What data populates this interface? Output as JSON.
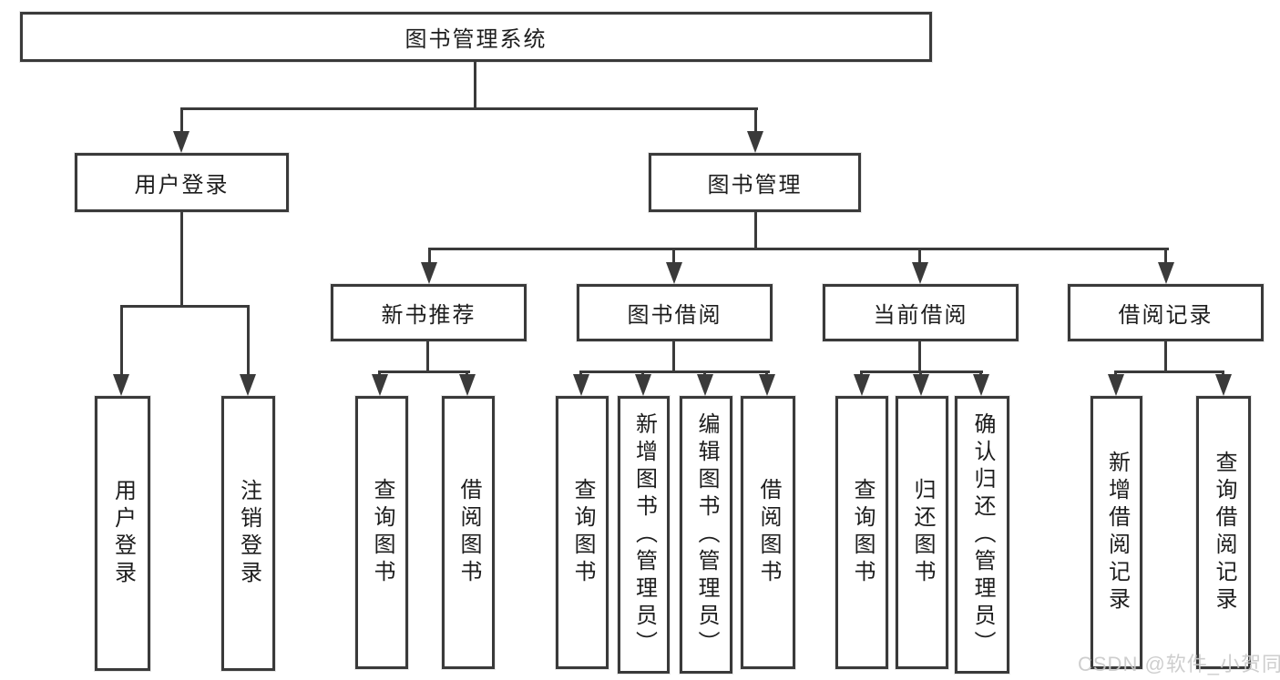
{
  "nodes": {
    "root": "图书管理系统",
    "level2": {
      "user": "用户登录",
      "book": "图书管理"
    },
    "level3": {
      "recommend": "新书推荐",
      "borrow": "图书借阅",
      "current": "当前借阅",
      "records": "借阅记录"
    },
    "leaves": {
      "user_login": "用户登录",
      "logout": "注销登录",
      "rec_query_book": "查询图书",
      "rec_borrow_book": "借阅图书",
      "bor_query_book": "查询图书",
      "bor_add_book": "新增图书（管理员）",
      "bor_edit_book": "编辑图书（管理员）",
      "bor_borrow_book": "借阅图书",
      "cur_query_book": "查询图书",
      "cur_return_book": "归还图书",
      "cur_confirm_return": "确认归还（管理员）",
      "log_add_record": "新增借阅记录",
      "log_query_record": "查询借阅记录"
    },
    "watermark": "CSDN @软件_小贺同学"
  },
  "colors": {
    "line": "#3a3a3a",
    "text": "#1d1d1d",
    "watermark": "#c9c9c9",
    "background": "#ffffff"
  }
}
